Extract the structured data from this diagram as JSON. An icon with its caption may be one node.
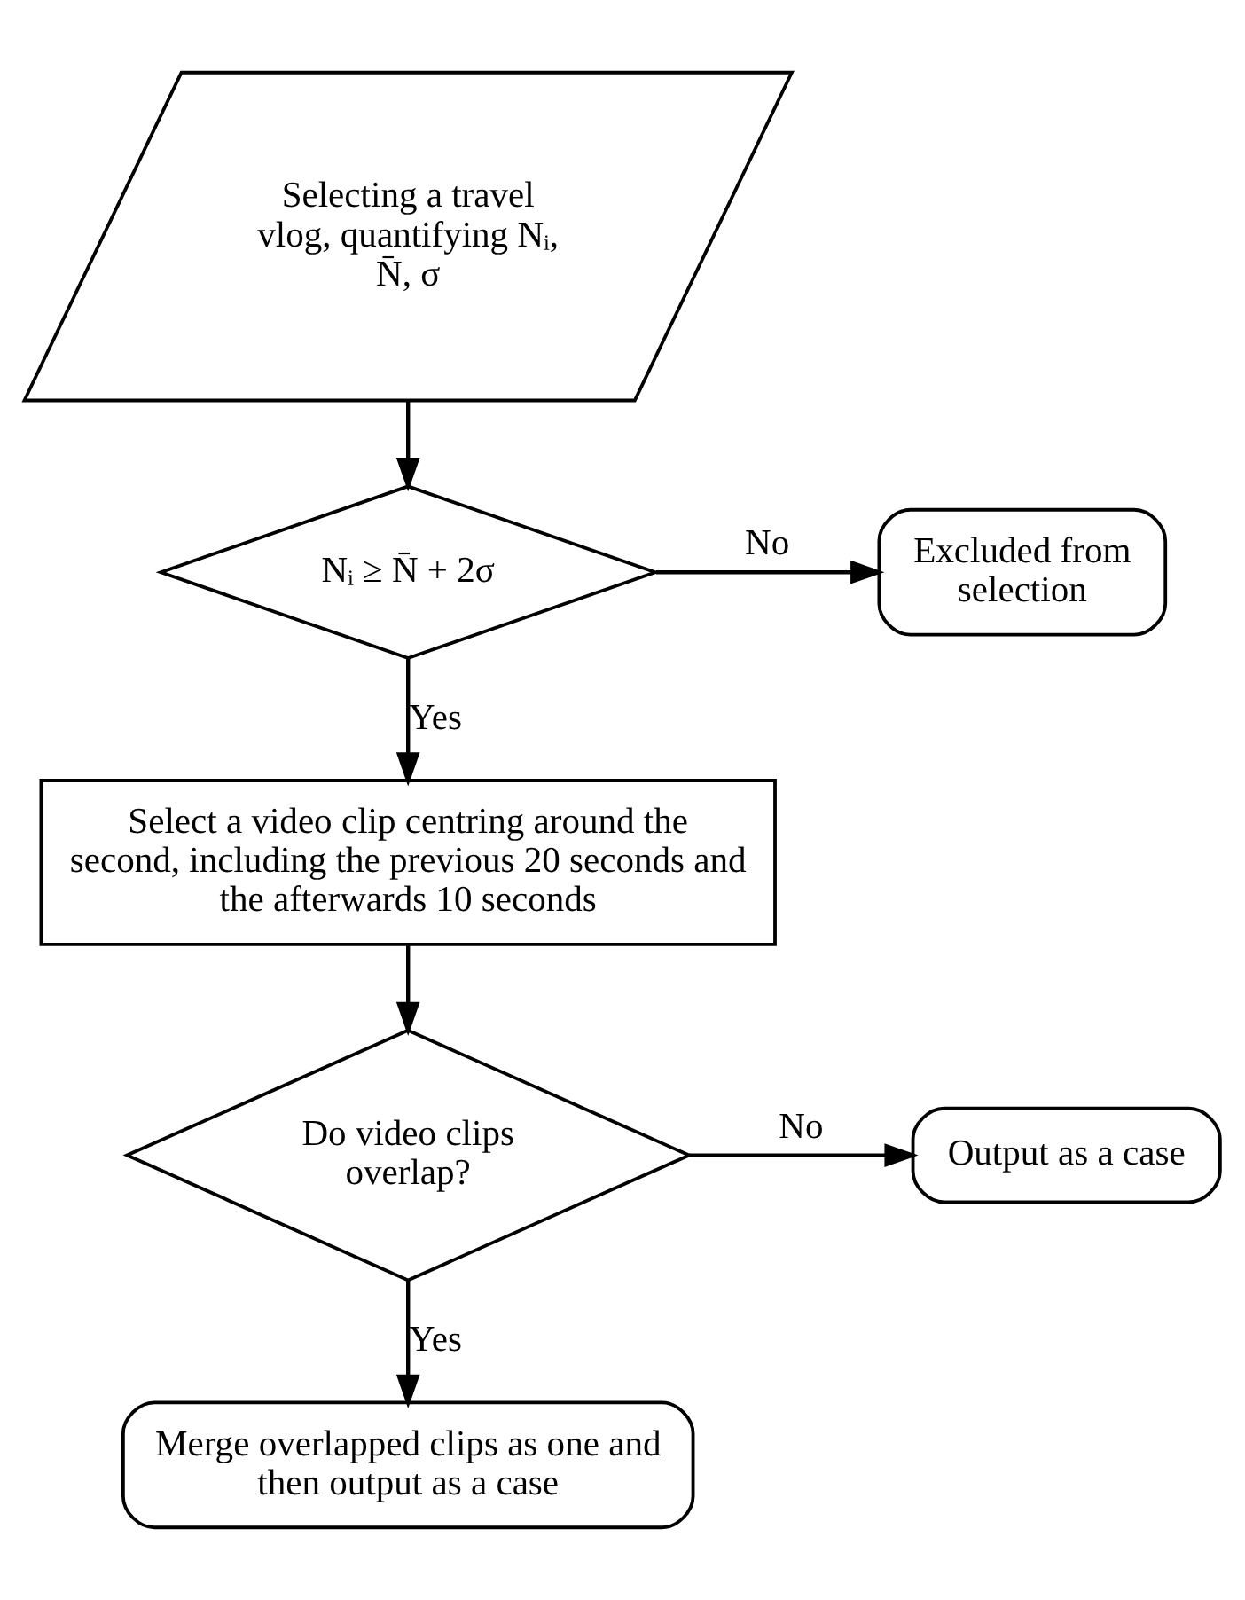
{
  "diagram": {
    "nodes": [
      {
        "text": [
          "Selecting a travel vlog, quantifying Nᵢ, N̄, σ"
        ]
      },
      {
        "text": [
          "Nᵢ ≥ N̄ + 2σ"
        ]
      },
      {
        "text": [
          "Excluded from selection"
        ]
      },
      {
        "text": [
          "Select a video clip centring around the second, including the previous 20 seconds and the afterwards 10 seconds"
        ]
      },
      {
        "text": [
          "Do video clips overlap?"
        ]
      },
      {
        "text": [
          "Output as a case"
        ]
      },
      {
        "text": [
          "Merge overlapped clips as one and then output as a case"
        ]
      }
    ],
    "edges": [
      {
        "from": 0,
        "to": 1,
        "arrow": "to"
      },
      {
        "from": 1,
        "to": 2,
        "arrow": "to",
        "label": "No"
      },
      {
        "from": 1,
        "to": 3,
        "arrow": "to",
        "label": "Yes"
      },
      {
        "from": 3,
        "to": 4,
        "arrow": "to"
      },
      {
        "from": 4,
        "to": 5,
        "arrow": "to",
        "label": "No"
      },
      {
        "from": 4,
        "to": 6,
        "arrow": "to",
        "label": "Yes"
      }
    ]
  }
}
